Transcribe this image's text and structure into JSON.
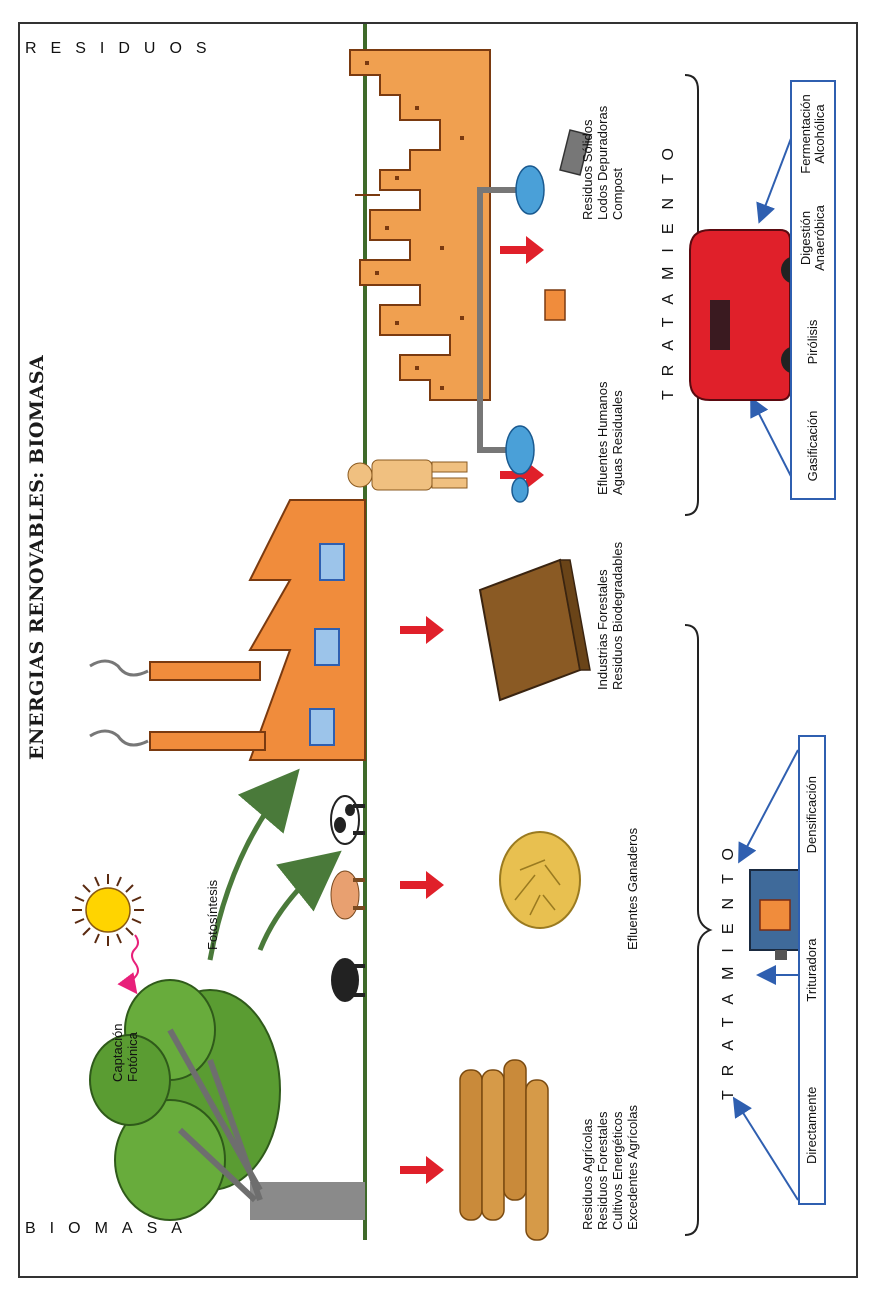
{
  "title": "ENERGIAS RENOVABLES: BIOMASA",
  "labels": {
    "captacion": "Captación\nFotónica",
    "fotosintesis": "Fotosíntesis",
    "agricolas": "Residuos Agrícolas\nResiduos Forestales\nCultivos Energéticos\nExcedentes Agrícolas",
    "ganaderos": "Efluentes Ganaderos",
    "forestales": "Industrias Forestales\nResiduos Biodegradables",
    "humanos": "Efluentes Humanos\nAguas Residuales",
    "solidos": "Residuos Sólidos\nLodos Depuradoras\nCompost"
  },
  "side_words": {
    "biomasa": "BIOMASA",
    "residuos": "RESIDUOS"
  },
  "tratamiento_1": {
    "heading": "TRATAMIENTO",
    "options": [
      "Directamente",
      "Trituradora",
      "Densificación"
    ]
  },
  "tratamiento_2": {
    "heading": "TRATAMIENTO",
    "options": [
      "Gasificación",
      "Pirólisis",
      "Digestión\nAnaeróbica",
      "Fermentación\nAlcohólica"
    ]
  },
  "colors": {
    "frame": "#333333",
    "orange": "#f08c3c",
    "tree_green": "#5a9c32",
    "wood": "#c98a3a",
    "red_arrow": "#e0202a",
    "blue_arrow": "#2f5fb0",
    "green_arrow": "#4a7a3a",
    "car_red": "#e0202a",
    "sun_yellow": "#ffd400"
  }
}
